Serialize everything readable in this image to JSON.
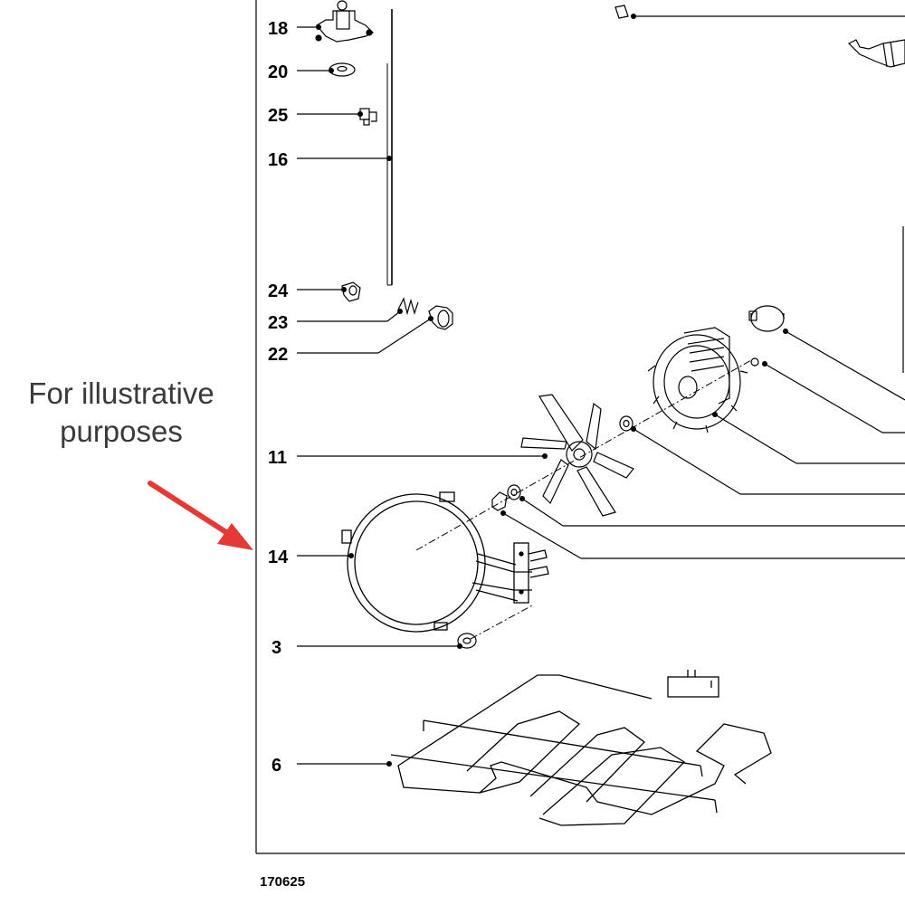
{
  "parts": [
    {
      "label": "18"
    },
    {
      "label": "20"
    },
    {
      "label": "25"
    },
    {
      "label": "16"
    },
    {
      "label": "24"
    },
    {
      "label": "23"
    },
    {
      "label": "22"
    },
    {
      "label": "11"
    },
    {
      "label": "14"
    },
    {
      "label": "3"
    },
    {
      "label": "6"
    }
  ],
  "diagram_id": "170625",
  "note": {
    "line1": "For illustrative",
    "line2": "purposes"
  },
  "colors": {
    "arrow": "#e53935",
    "line": "#000000",
    "note_text": "#3a3a3a"
  }
}
